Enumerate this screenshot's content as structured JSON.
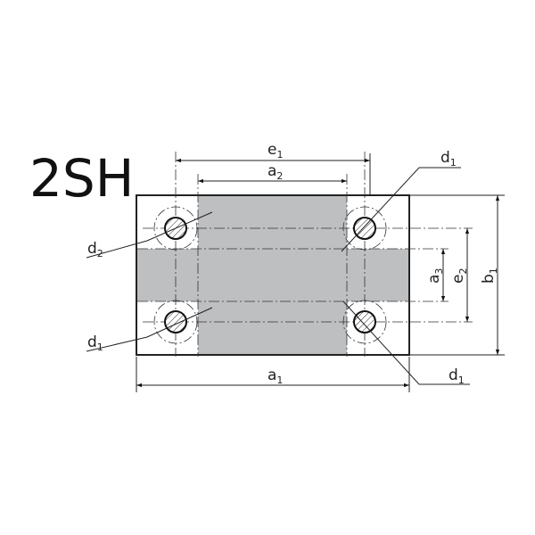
{
  "title": "2SH",
  "labels": {
    "e1": {
      "base": "e",
      "sub": "1"
    },
    "a2": {
      "base": "a",
      "sub": "2"
    },
    "a1": {
      "base": "a",
      "sub": "1"
    },
    "a3": {
      "base": "a",
      "sub": "3"
    },
    "e2": {
      "base": "e",
      "sub": "2"
    },
    "b1": {
      "base": "b",
      "sub": "1"
    },
    "d1_top": {
      "base": "d",
      "sub": "1"
    },
    "d2": {
      "base": "d",
      "sub": "2"
    },
    "d1_left": {
      "base": "d",
      "sub": "1"
    },
    "d1_right": {
      "base": "d",
      "sub": "1"
    }
  },
  "colors": {
    "fill": "#bebfc1",
    "line": "#222222"
  }
}
